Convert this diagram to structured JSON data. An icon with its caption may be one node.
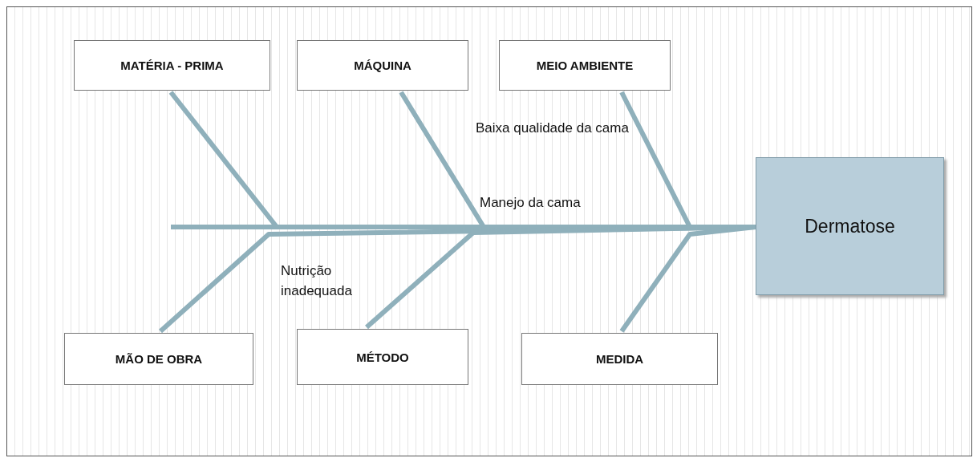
{
  "diagram": {
    "nodes": [
      {
        "text": [
          "MATÉRIA - PRIMA"
        ]
      },
      {
        "text": [
          "MÁQUINA"
        ]
      },
      {
        "text": [
          "MEIO AMBIENTE"
        ]
      },
      {
        "text": [
          "Dermatose"
        ]
      },
      {
        "text": [
          "MÃO DE OBRA"
        ]
      },
      {
        "text": [
          "MÉTODO"
        ]
      },
      {
        "text": [
          "MEDIDA"
        ]
      }
    ],
    "edges": [
      {
        "from": 0,
        "to": 3,
        "arrow": "none"
      },
      {
        "from": 1,
        "to": 3,
        "arrow": "none"
      },
      {
        "from": 2,
        "to": 3,
        "arrow": "none"
      },
      {
        "from": 4,
        "to": 3,
        "arrow": "none"
      },
      {
        "from": 5,
        "to": 3,
        "arrow": "none"
      },
      {
        "from": 6,
        "to": 3,
        "arrow": "none"
      }
    ],
    "labels": [
      "Baixa qualidade da cama",
      "Manejo da cama",
      "Nutrição inadequada"
    ]
  }
}
